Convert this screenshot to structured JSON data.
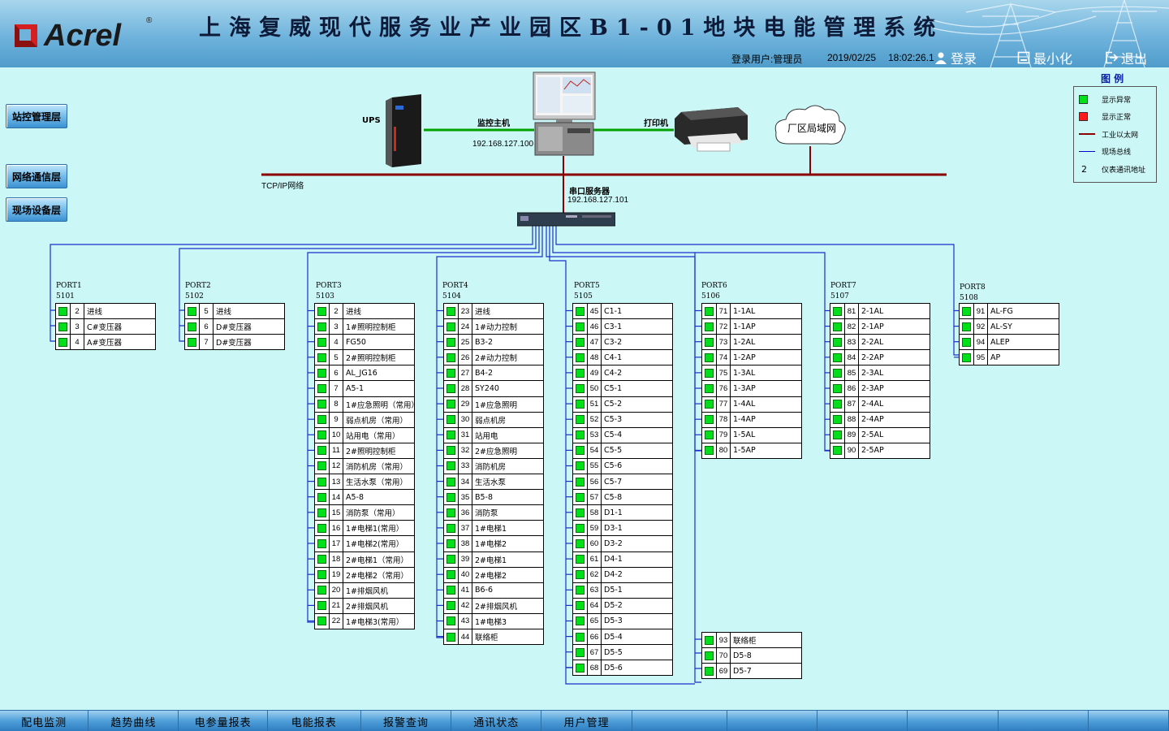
{
  "header": {
    "title": "上海复威现代服务业产业园区B1-01地块电能管理系统",
    "user_text": "登录用户:管理员",
    "date": "2019/02/25",
    "time": "18:02:26.1",
    "login_label": "登录",
    "minimize_label": "最小化",
    "logout_label": "退出"
  },
  "layers": {
    "station": "站控管理层",
    "network": "网络通信层",
    "field": "现场设备层"
  },
  "devices": {
    "ups": "UPS",
    "monitor_label": "监控主机",
    "monitor_ip": "192.168.127.100",
    "printer": "打印机",
    "lan": "厂区局域网",
    "tcp": "TCP/IP网络",
    "serial_label": "串口服务器",
    "serial_ip": "192.168.127.101"
  },
  "legend": {
    "title": "图 例",
    "items": [
      "显示异常",
      "显示正常",
      "工业以太网",
      "现场总线",
      "仪表通讯地址"
    ],
    "addr_sample": "2",
    "colors": {
      "green": "#00e01a",
      "red": "#ff1a1a",
      "ethernet": "#8b0000",
      "fieldbus": "#0000cc"
    }
  },
  "ports": [
    {
      "name": "PORT1",
      "code": "5101",
      "rows": [
        [
          "2",
          "进线"
        ],
        [
          "3",
          "C#变压器"
        ],
        [
          "4",
          "A#变压器"
        ]
      ]
    },
    {
      "name": "PORT2",
      "code": "5102",
      "rows": [
        [
          "5",
          "进线"
        ],
        [
          "6",
          "D#变压器"
        ],
        [
          "7",
          "D#变压器"
        ]
      ]
    },
    {
      "name": "PORT3",
      "code": "5103",
      "rows": [
        [
          "2",
          "进线"
        ],
        [
          "3",
          "1#照明控制柜"
        ],
        [
          "4",
          "FG50"
        ],
        [
          "5",
          "2#照明控制柜"
        ],
        [
          "6",
          "AL_JG16"
        ],
        [
          "7",
          "A5-1"
        ],
        [
          "8",
          "1#应急照明（常用）"
        ],
        [
          "9",
          "弱点机房（常用）"
        ],
        [
          "10",
          "站用电（常用）"
        ],
        [
          "11",
          "2#照明控制柜"
        ],
        [
          "12",
          "消防机房（常用）"
        ],
        [
          "13",
          "生活水泵（常用）"
        ],
        [
          "14",
          "A5-8"
        ],
        [
          "15",
          "消防泵（常用）"
        ],
        [
          "16",
          "1#电梯1(常用）"
        ],
        [
          "17",
          "1#电梯2(常用）"
        ],
        [
          "18",
          "2#电梯1（常用）"
        ],
        [
          "19",
          "2#电梯2（常用）"
        ],
        [
          "20",
          "1#排烟风机"
        ],
        [
          "21",
          "2#排烟风机"
        ],
        [
          "22",
          "1#电梯3(常用）"
        ]
      ]
    },
    {
      "name": "PORT4",
      "code": "5104",
      "rows": [
        [
          "23",
          "进线"
        ],
        [
          "24",
          "1#动力控制"
        ],
        [
          "25",
          "B3-2"
        ],
        [
          "26",
          "2#动力控制"
        ],
        [
          "27",
          "B4-2"
        ],
        [
          "28",
          "SY240"
        ],
        [
          "29",
          "1#应急照明"
        ],
        [
          "30",
          "弱点机房"
        ],
        [
          "31",
          "站用电"
        ],
        [
          "32",
          "2#应急照明"
        ],
        [
          "33",
          "消防机房"
        ],
        [
          "34",
          "生活水泵"
        ],
        [
          "35",
          "B5-8"
        ],
        [
          "36",
          "消防泵"
        ],
        [
          "37",
          "1#电梯1"
        ],
        [
          "38",
          "1#电梯2"
        ],
        [
          "39",
          "2#电梯1"
        ],
        [
          "40",
          "2#电梯2"
        ],
        [
          "41",
          "B6-6"
        ],
        [
          "42",
          "2#排烟风机"
        ],
        [
          "43",
          "1#电梯3"
        ],
        [
          "44",
          "联络柜"
        ]
      ]
    },
    {
      "name": "PORT5",
      "code": "5105",
      "rows": [
        [
          "45",
          "C1-1"
        ],
        [
          "46",
          "C3-1"
        ],
        [
          "47",
          "C3-2"
        ],
        [
          "48",
          "C4-1"
        ],
        [
          "49",
          "C4-2"
        ],
        [
          "50",
          "C5-1"
        ],
        [
          "51",
          "C5-2"
        ],
        [
          "52",
          "C5-3"
        ],
        [
          "53",
          "C5-4"
        ],
        [
          "54",
          "C5-5"
        ],
        [
          "55",
          "C5-6"
        ],
        [
          "56",
          "C5-7"
        ],
        [
          "57",
          "C5-8"
        ],
        [
          "58",
          "D1-1"
        ],
        [
          "59",
          "D3-1"
        ],
        [
          "60",
          "D3-2"
        ],
        [
          "61",
          "D4-1"
        ],
        [
          "62",
          "D4-2"
        ],
        [
          "63",
          "D5-1"
        ],
        [
          "64",
          "D5-2"
        ],
        [
          "65",
          "D5-3"
        ],
        [
          "66",
          "D5-4"
        ],
        [
          "67",
          "D5-5"
        ],
        [
          "68",
          "D5-6"
        ]
      ]
    },
    {
      "name": "PORT6",
      "code": "5106",
      "rows": [
        [
          "71",
          "1-1AL"
        ],
        [
          "72",
          "1-1AP"
        ],
        [
          "73",
          "1-2AL"
        ],
        [
          "74",
          "1-2AP"
        ],
        [
          "75",
          "1-3AL"
        ],
        [
          "76",
          "1-3AP"
        ],
        [
          "77",
          "1-4AL"
        ],
        [
          "78",
          "1-4AP"
        ],
        [
          "79",
          "1-5AL"
        ],
        [
          "80",
          "1-5AP"
        ]
      ]
    },
    {
      "name": "PORT7",
      "code": "5107",
      "rows": [
        [
          "81",
          "2-1AL"
        ],
        [
          "82",
          "2-1AP"
        ],
        [
          "83",
          "2-2AL"
        ],
        [
          "84",
          "2-2AP"
        ],
        [
          "85",
          "2-3AL"
        ],
        [
          "86",
          "2-3AP"
        ],
        [
          "87",
          "2-4AL"
        ],
        [
          "88",
          "2-4AP"
        ],
        [
          "89",
          "2-5AL"
        ],
        [
          "90",
          "2-5AP"
        ]
      ]
    },
    {
      "name": "PORT8",
      "code": "5108",
      "rows": [
        [
          "91",
          "AL-FG"
        ],
        [
          "92",
          "AL-SY"
        ],
        [
          "94",
          "ALEP"
        ],
        [
          "95",
          "AP"
        ]
      ]
    },
    {
      "name": "",
      "code": "",
      "rows": [
        [
          "93",
          "联络柜"
        ],
        [
          "70",
          "D5-8"
        ],
        [
          "69",
          "D5-7"
        ]
      ]
    }
  ],
  "tabs": [
    "配电监测",
    "趋势曲线",
    "电参量报表",
    "电能报表",
    "报警查询",
    "通讯状态",
    "用户管理",
    "",
    "",
    "",
    "",
    "",
    ""
  ]
}
